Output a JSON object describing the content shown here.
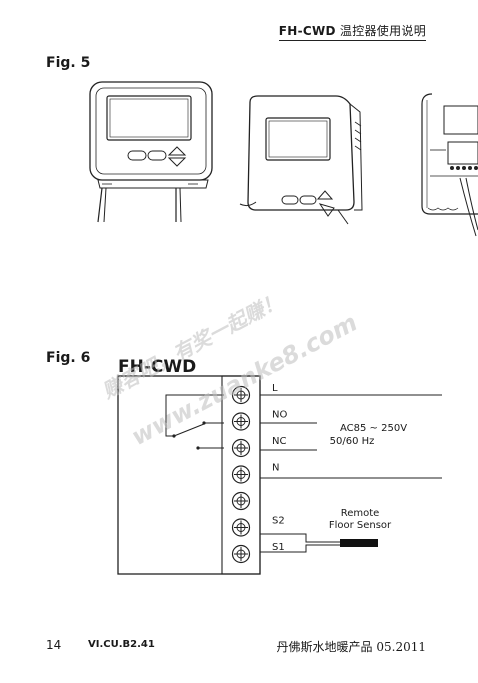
{
  "header": {
    "model": "FH-CWD",
    "title": "温控器使用说明"
  },
  "figures": {
    "fig5": {
      "label": "Fig. 5"
    },
    "fig6": {
      "label": "Fig. 6",
      "diagram_title": "FH-CWD",
      "terminals": [
        "L",
        "NO",
        "NC",
        "N",
        "",
        "S2",
        "S1"
      ],
      "supply_line1": "AC85 ~ 250V",
      "supply_line2": "50/60 Hz",
      "sensor_line1": "Remote",
      "sensor_line2": "Floor Sensor"
    }
  },
  "watermark": {
    "line1": "赚客吧，有奖一起赚！",
    "line2": "www.zuanke8.com"
  },
  "footer": {
    "page": "14",
    "code": "VI.CU.B2.41",
    "brand": "丹佛斯水地暖产品 05.2011"
  }
}
